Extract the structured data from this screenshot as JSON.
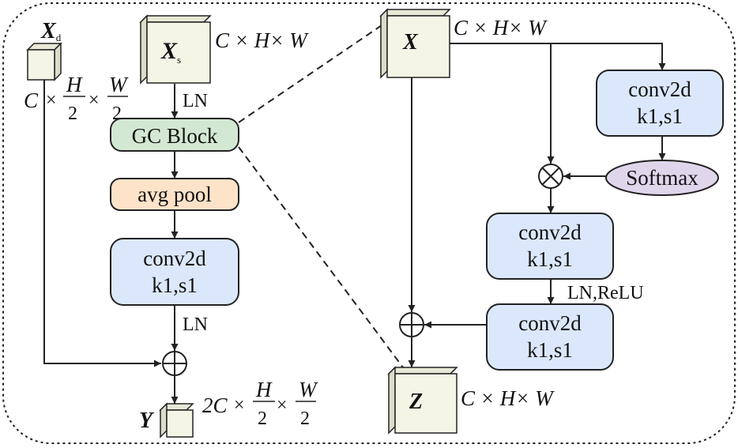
{
  "left": {
    "xd": {
      "letter": "X",
      "sub": "d"
    },
    "xd_dim": {
      "c": "C",
      "times1": "×",
      "h": "H",
      "two1": "2",
      "times2": "×",
      "w": "W",
      "two2": "2"
    },
    "xs": {
      "letter": "X",
      "sub": "s"
    },
    "xs_dim": "C × H× W",
    "ln1": "LN",
    "gc_block": "GC Block",
    "avg_pool": "avg pool",
    "conv": {
      "line1": "conv2d",
      "line2": "k1,s1"
    },
    "ln2": "LN",
    "y": {
      "letter": "Y"
    },
    "y_dim": {
      "c": "2C",
      "times1": "×",
      "h": "H",
      "two1": "2",
      "times2": "×",
      "w": "W",
      "two2": "2"
    }
  },
  "right": {
    "x": {
      "letter": "X"
    },
    "x_dim": "C × H× W",
    "conv_top": {
      "line1": "conv2d",
      "line2": "k1,s1"
    },
    "softmax": "Softmax",
    "conv_mid": {
      "line1": "conv2d",
      "line2": "k1,s1"
    },
    "ln_relu": "LN,ReLU",
    "conv_bot": {
      "line1": "conv2d",
      "line2": "k1,s1"
    },
    "z": {
      "letter": "Z"
    },
    "z_dim": "C × H× W"
  },
  "colors": {
    "cube_face": "#f5f5e6",
    "cube_side": "#dcdcc8",
    "gc_fill": "#d3e8d3",
    "pool_fill": "#fde3c8",
    "conv_fill": "#dbe8fb",
    "softmax_fill": "#e0d6ec"
  }
}
